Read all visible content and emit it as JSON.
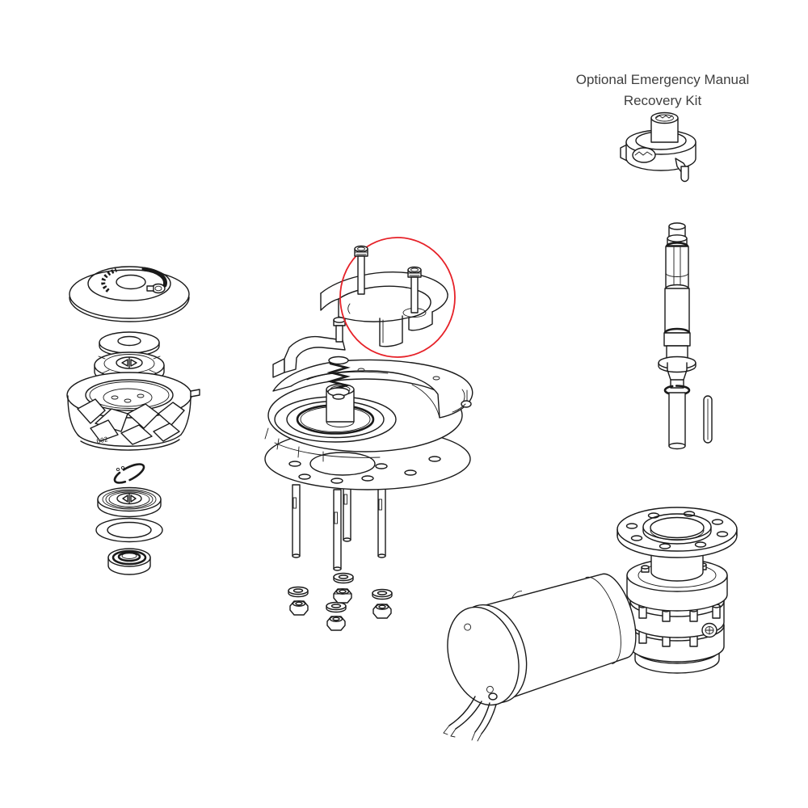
{
  "title": {
    "line1": "Optional Emergency Manual",
    "line2": "Recovery Kit"
  },
  "markings": {
    "gypsy_cast_mark": "002"
  },
  "colors": {
    "background": "#ffffff",
    "line": "#1a1a1a",
    "highlight_red": "#e62128",
    "text": "#3f3f3f"
  },
  "highlight": {
    "shape": "ellipse",
    "target": "chainpipe-cover-with-screws"
  },
  "parts": [
    {
      "name": "top-cap"
    },
    {
      "name": "spacer-washer"
    },
    {
      "name": "upper-clutch-cone"
    },
    {
      "name": "gypsy-chainwheel",
      "marking": "002"
    },
    {
      "name": "retaining-circlip"
    },
    {
      "name": "lower-clutch-cone"
    },
    {
      "name": "thrust-washer"
    },
    {
      "name": "seal-bearing"
    },
    {
      "name": "chainpipe-cover",
      "highlighted": true
    },
    {
      "name": "cover-screws",
      "qty": 2
    },
    {
      "name": "chain-stripper-arm"
    },
    {
      "name": "stripper-screw"
    },
    {
      "name": "pressure-spring"
    },
    {
      "name": "deck-unit-base"
    },
    {
      "name": "deck-gasket"
    },
    {
      "name": "mounting-studs",
      "qty": 4
    },
    {
      "name": "stud-washers",
      "qty": 4
    },
    {
      "name": "stud-nuts",
      "qty": 4
    },
    {
      "name": "main-drive-shaft"
    },
    {
      "name": "shaft-washer"
    },
    {
      "name": "shaft-circlip"
    },
    {
      "name": "drive-key"
    },
    {
      "name": "emergency-recovery-kit"
    },
    {
      "name": "mounting-flange"
    },
    {
      "name": "gearbox"
    },
    {
      "name": "electric-motor"
    },
    {
      "name": "motor-wires"
    }
  ]
}
